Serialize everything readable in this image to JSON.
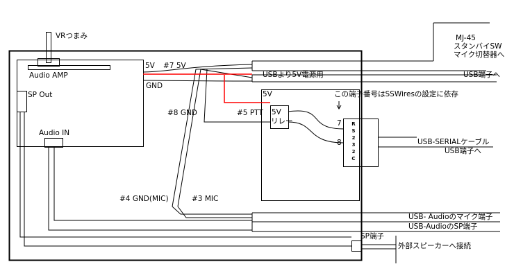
{
  "labels": {
    "vr_knob": "VRつまみ",
    "audio_amp": "Audio AMP",
    "sp_out": "SP  Out",
    "audio_in": "Audio  IN",
    "five_v": "5V",
    "pin7_5v": "#7  5V",
    "gnd": "GND",
    "pin8_gnd": "#8  GND",
    "mj45": "MJ-45",
    "standby_sw": "スタンバイSW",
    "mic_switch": "マイク切替器へ",
    "usb_5v_power": "USBより5V電源用",
    "usb_port_to": "USB端子へ",
    "terminal_note": "この端子番号はSSWiresの設定に依存",
    "arrow_down": "↓",
    "board_5v": "5V",
    "pin5_ptt": "#5  PTT",
    "relay_5v": "5V",
    "relay": "リレー",
    "pin7": "7",
    "pin8": "8",
    "rs232c_chars": [
      "R",
      "S",
      "2",
      "3",
      "2",
      "C"
    ],
    "usb_serial_cable": "USB-SERIALケーブル",
    "usb_port_to_2": "USB端子へ",
    "pin4_gnd_mic": "#4  GND(MIC)",
    "pin3_mic": "#3  MIC",
    "usb_audio_mic": "USB- Audioのマイク端子",
    "usb_audio_sp": "USB-AudioのSP端子",
    "sp_terminal": "SP端子",
    "external_speaker": "外部スピーカーへ接続"
  },
  "colors": {
    "line": "#000000",
    "wire_gray": "#555555",
    "red_wire": "#ff0000",
    "background": "#ffffff"
  }
}
